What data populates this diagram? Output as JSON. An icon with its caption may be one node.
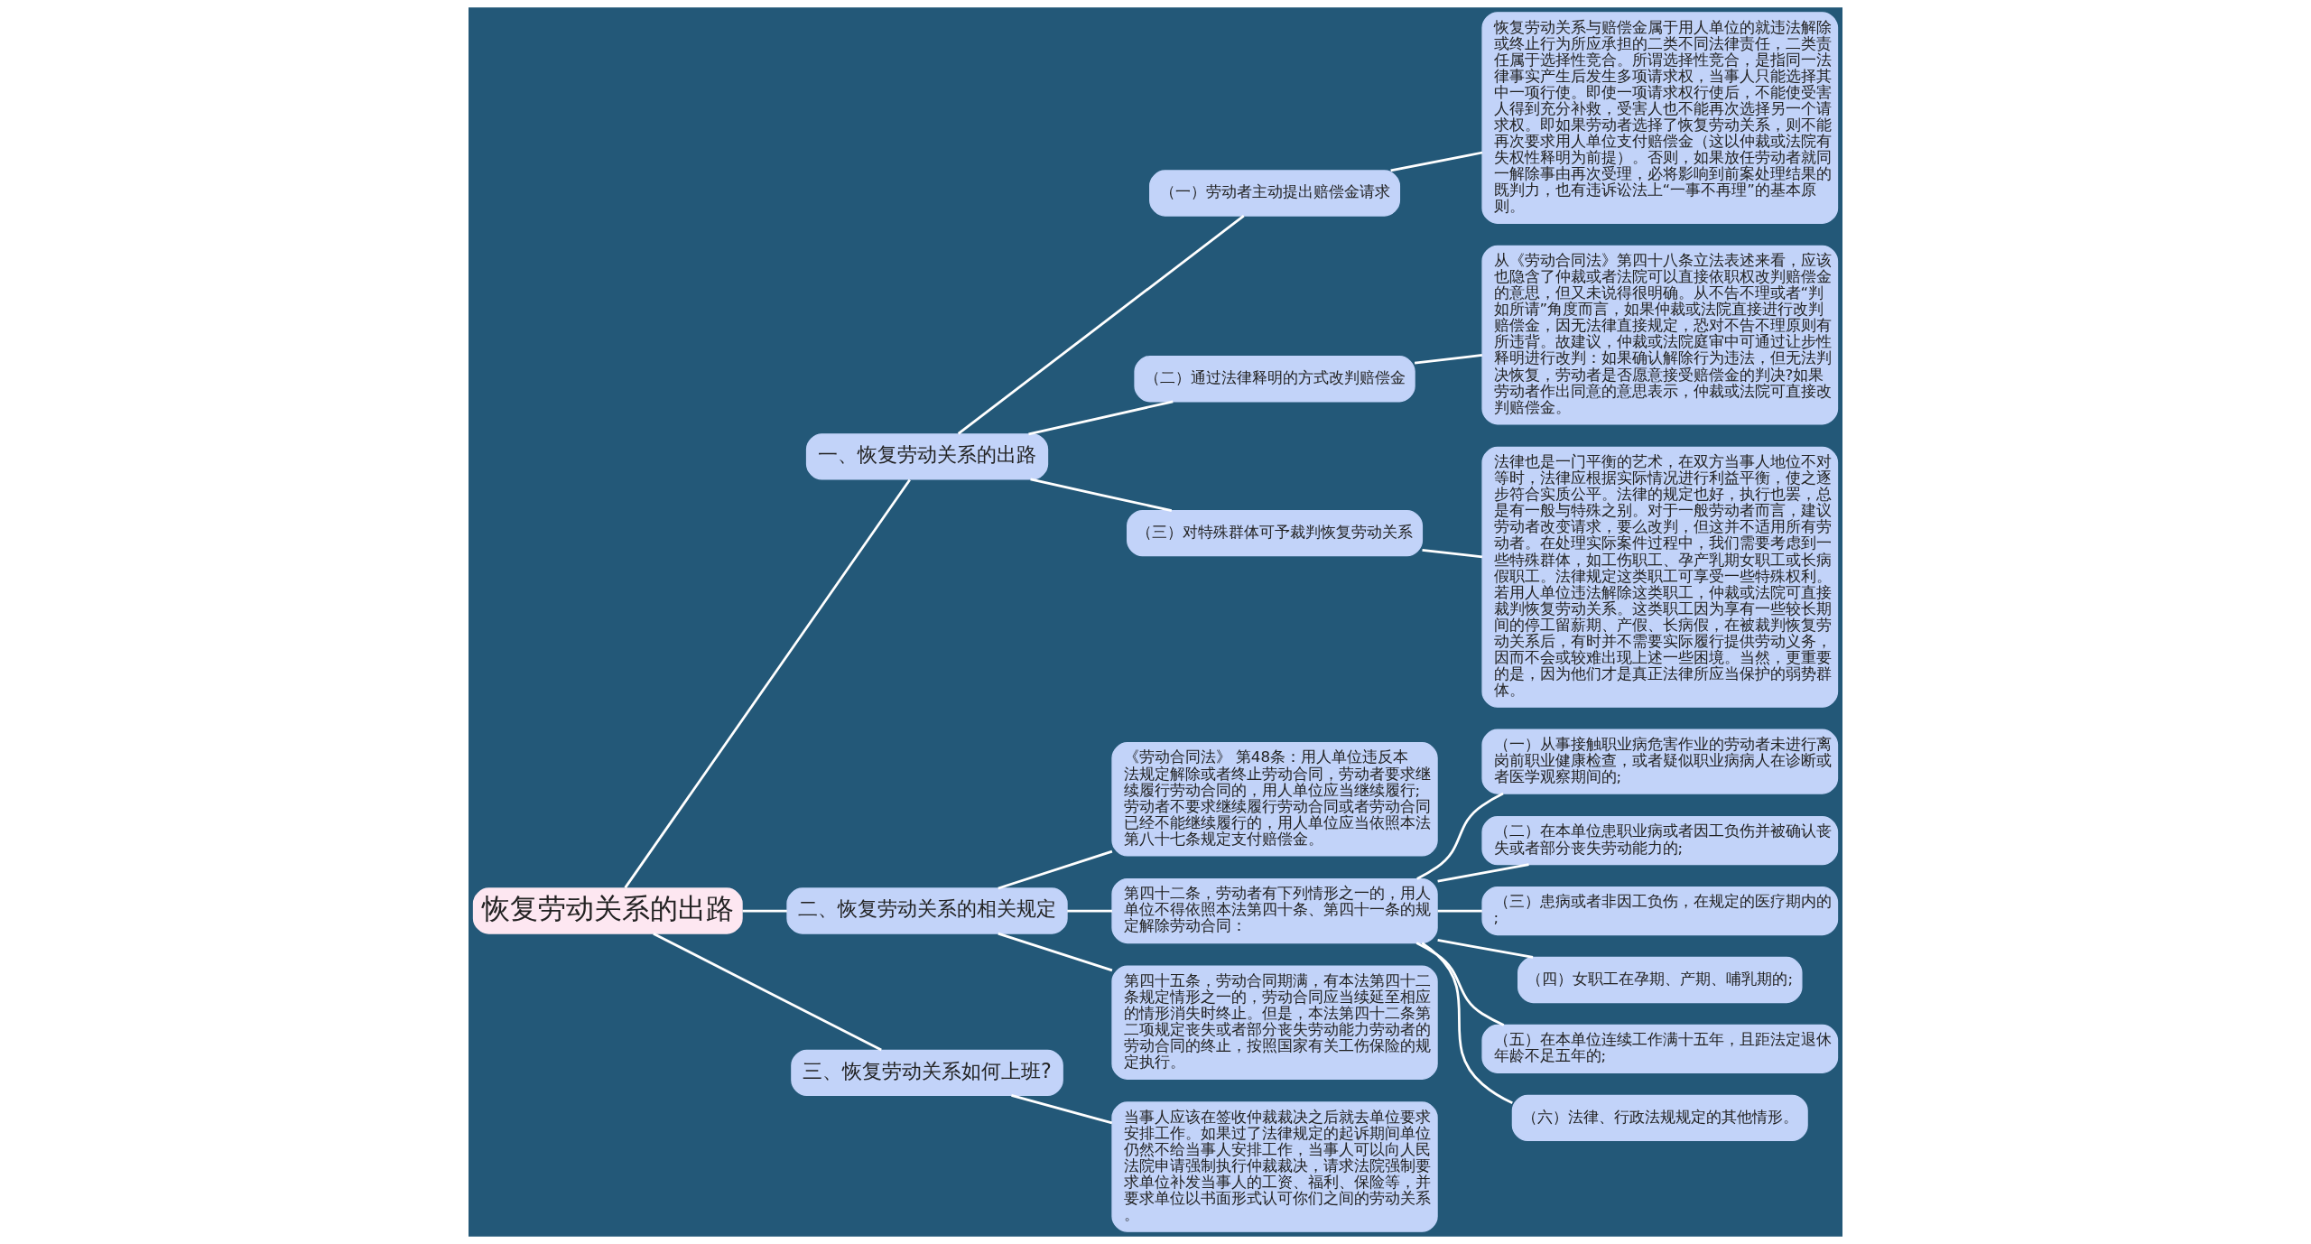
{
  "diagram": {
    "nodes": [
      {
        "text": [
          "恢复劳动关系的出路"
        ]
      },
      {
        "text": [
          "一、恢复劳动关系的出路"
        ]
      },
      {
        "text": [
          "（一）劳动者主动提出赔偿金请求"
        ]
      },
      {
        "text": [
          "恢复劳动关系与赔偿金属于用人单位的就违法解除或终止行为所应承担的二类不同法律责任，二类责任属于选择性竞合。所谓选择性竞合，是指同一法律事实产生后发生多项请求权，当事人只能选择其中一项行使。即使一项请求权行使后，不能使受害人得到充分补救，受害人也不能再次选择另一个请求权。即如果劳动者选择了恢复劳动关系，则不能再次要求用人单位支付赔偿金（这以仲裁或法院有失权性释明为前提）。否则，如果放任劳动者就同一解除事由再次受理，必将影响到前案处理结果的既判力，也有违诉讼法上“一事不再理”的基本原则。"
        ]
      },
      {
        "text": [
          "（二）通过法律释明的方式改判赔偿金"
        ]
      },
      {
        "text": [
          "从《劳动合同法》第四十八条立法表述来看，应该也隐含了仲裁或者法院可以直接依职权改判赔偿金的意思，但又未说得很明确。从不告不理或者“判如所请”角度而言，如果仲裁或法院直接进行改判赔偿金，因无法律直接规定，恐对不告不理原则有所违背。故建议，仲裁或法院庭审中可通过让步性释明进行改判：如果确认解除行为违法，但无法判决恢复，劳动者是否愿意接受赔偿金的判决?如果劳动者作出同意的意思表示，仲裁或法院可直接改判赔偿金。"
        ]
      },
      {
        "text": [
          "（三）对特殊群体可予裁判恢复劳动关系"
        ]
      },
      {
        "text": [
          "法律也是一门平衡的艺术，在双方当事人地位不对等时，法律应根据实际情况进行利益平衡，使之逐步符合实质公平。法律的规定也好，执行也罢，总是有一般与特殊之别。对于一般劳动者而言，建议劳动者改变请求，要么改判，但这并不适用所有劳动者。在处理实际案件过程中，我们需要考虑到一些特殊群体，如工伤职工、孕产乳期女职工或长病假职工。法律规定这类职工可享受一些特殊权利。若用人单位违法解除这类职工，仲裁或法院可直接裁判恢复劳动关系。这类职工因为享有一些较长期间的停工留薪期、产假、长病假，在被裁判恢复劳动关系后，有时并不需要实际履行提供劳动义务，因而不会或较难出现上述一些困境。当然，更重要的是，因为他们才是真正法律所应当保护的弱势群体。"
        ]
      },
      {
        "text": [
          "二、恢复劳动关系的相关规定"
        ]
      },
      {
        "text": [
          "《劳动合同法》 第48条：用人单位违反本法规定解除或者终止劳动合同，劳动者要求继续履行劳动合同的，用人单位应当继续履行;劳动者不要求继续履行劳动合同或者劳动合同已经不能继续履行的，用人单位应当依照本法第八十七条规定支付赔偿金。"
        ]
      },
      {
        "text": [
          "第四十二条，劳动者有下列情形之一的，用人单位不得依照本法第四十条、第四十一条的规定解除劳动合同："
        ]
      },
      {
        "text": [
          "（一）从事接触职业病危害作业的劳动者未进行离岗前职业健康检查，或者疑似职业病病人在诊断或者医学观察期间的;"
        ]
      },
      {
        "text": [
          "（二）在本单位患职业病或者因工负伤并被确认丧失或者部分丧失劳动能力的;"
        ]
      },
      {
        "text": [
          "（三）患病或者非因工负伤，在规定的医疗期内的;"
        ]
      },
      {
        "text": [
          "（四）女职工在孕期、产期、哺乳期的;"
        ]
      },
      {
        "text": [
          "（五）在本单位连续工作满十五年，且距法定退休年龄不足五年的;"
        ]
      },
      {
        "text": [
          "（六）法律、行政法规规定的其他情形。"
        ]
      },
      {
        "text": [
          "第四十五条，劳动合同期满，有本法第四十二条规定情形之一的，劳动合同应当续延至相应的情形消失时终止。但是，本法第四十二条第二项规定丧失或者部分丧失劳动能力劳动者的劳动合同的终止，按照国家有关工伤保险的规定执行。"
        ]
      },
      {
        "text": [
          "三、恢复劳动关系如何上班?"
        ]
      },
      {
        "text": [
          "当事人应该在签收仲裁裁决之后就去单位要求安排工作。如果过了法律规定的起诉期间单位仍然不给当事人安排工作，当事人可以向人民法院申请强制执行仲裁裁决，请求法院强制要求单位补发当事人的工资、福利、保险等，并要求单位以书面形式认可你们之间的劳动关系。"
        ]
      }
    ],
    "edges": [
      {
        "from": 0,
        "to": 1,
        "arrow": "none"
      },
      {
        "from": 1,
        "to": 2,
        "arrow": "none"
      },
      {
        "from": 2,
        "to": 3,
        "arrow": "none"
      },
      {
        "from": 1,
        "to": 4,
        "arrow": "none"
      },
      {
        "from": 4,
        "to": 5,
        "arrow": "none"
      },
      {
        "from": 1,
        "to": 6,
        "arrow": "none"
      },
      {
        "from": 6,
        "to": 7,
        "arrow": "none"
      },
      {
        "from": 0,
        "to": 8,
        "arrow": "none"
      },
      {
        "from": 8,
        "to": 9,
        "arrow": "none"
      },
      {
        "from": 8,
        "to": 10,
        "arrow": "none"
      },
      {
        "from": 10,
        "to": 11,
        "arrow": "none"
      },
      {
        "from": 10,
        "to": 12,
        "arrow": "none"
      },
      {
        "from": 10,
        "to": 13,
        "arrow": "none"
      },
      {
        "from": 10,
        "to": 14,
        "arrow": "none"
      },
      {
        "from": 10,
        "to": 15,
        "arrow": "none"
      },
      {
        "from": 10,
        "to": 16,
        "arrow": "none"
      },
      {
        "from": 8,
        "to": 17,
        "arrow": "none"
      },
      {
        "from": 0,
        "to": 18,
        "arrow": "none"
      },
      {
        "from": 18,
        "to": 19,
        "arrow": "none"
      }
    ]
  }
}
